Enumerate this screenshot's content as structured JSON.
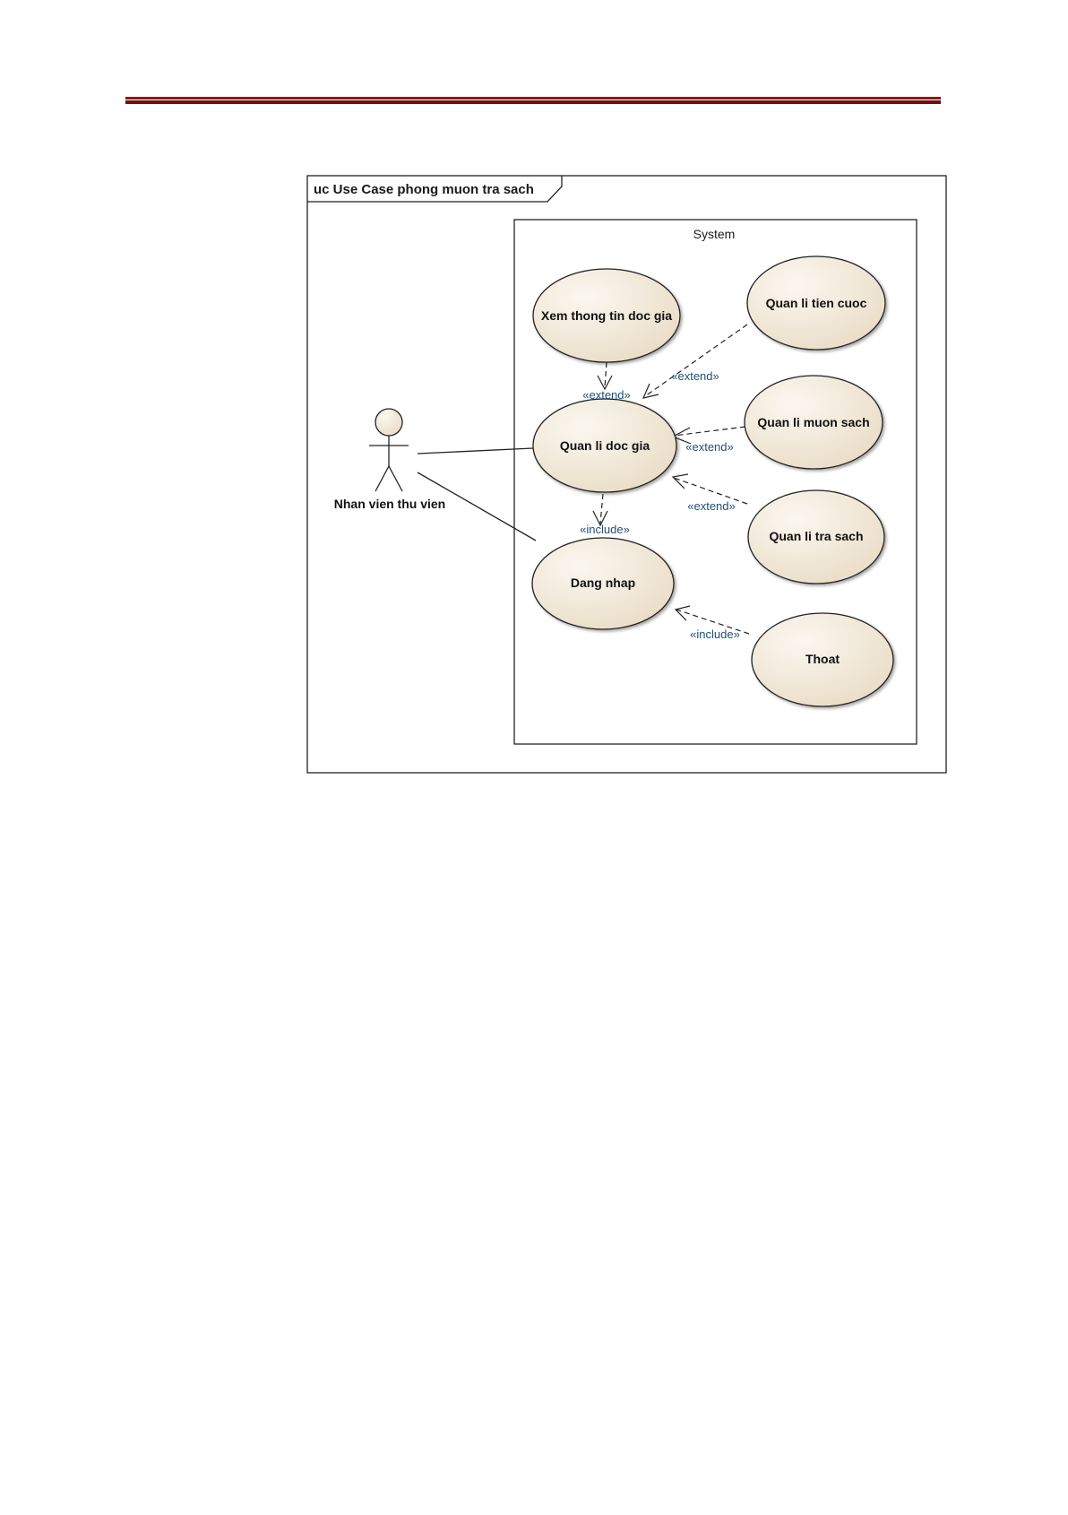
{
  "diagram": {
    "frame_title": "uc Use Case phong muon tra sach",
    "system_title": "System",
    "actor": {
      "label": "Nhan vien thu vien"
    },
    "use_cases": {
      "xem_thong_tin": "Xem thong tin doc gia",
      "quan_li_doc_gia": "Quan li doc gia",
      "dang_nhap": "Dang nhap",
      "quan_li_tien_cuoc": "Quan li tien cuoc",
      "quan_li_muon_sach": "Quan li muon sach",
      "quan_li_tra_sach": "Quan li tra sach",
      "thoat": "Thoat"
    },
    "relationships": {
      "xem_extend": "«extend»",
      "tien_cuoc_extend": "«extend»",
      "muon_sach_extend": "«extend»",
      "tra_sach_extend": "«extend»",
      "dang_nhap_include": "«include»",
      "thoat_include": "«include»"
    }
  },
  "colors": {
    "header_rule": "#8b1a1a",
    "usecase_fill": "#f1e8d8",
    "line": "#222222",
    "stereotype": "#1f4f78"
  }
}
